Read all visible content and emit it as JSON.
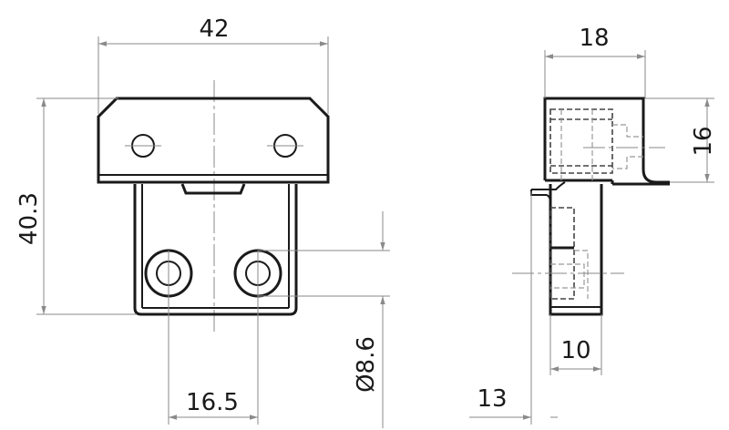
{
  "drawing": {
    "front_view": {
      "width_label": "42",
      "height_label": "40.3",
      "hole_spacing_label": "16.5",
      "hole_diameter_label": "Ø8.6"
    },
    "side_view": {
      "width_label": "18",
      "top_height_label": "16",
      "body_width_label": "10",
      "offset_label": "13"
    }
  }
}
